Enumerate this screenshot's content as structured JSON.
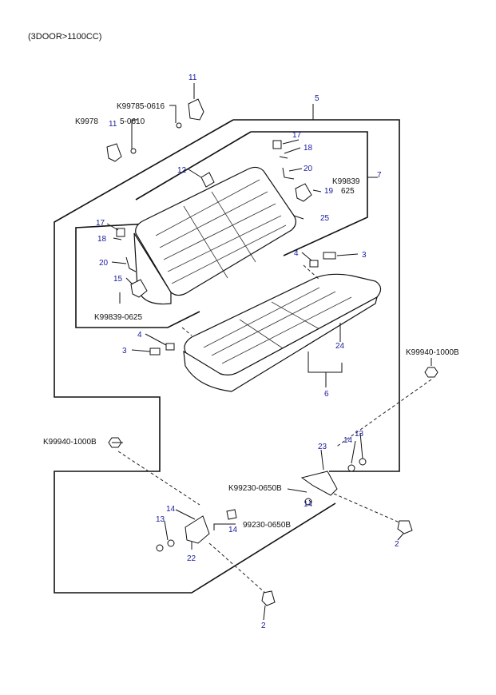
{
  "header": {
    "text": "(3DOOR>1100CC)"
  },
  "callouts": [
    {
      "id": "c11a",
      "text": "11"
    },
    {
      "id": "c5",
      "text": "5"
    },
    {
      "id": "c11b",
      "text": "11"
    },
    {
      "id": "c17a",
      "text": "17"
    },
    {
      "id": "c18a",
      "text": "18"
    },
    {
      "id": "c20a",
      "text": "20"
    },
    {
      "id": "c19",
      "text": "19"
    },
    {
      "id": "c7",
      "text": "7"
    },
    {
      "id": "c12",
      "text": "12"
    },
    {
      "id": "c25",
      "text": "25"
    },
    {
      "id": "c17b",
      "text": "17"
    },
    {
      "id": "c18b",
      "text": "18"
    },
    {
      "id": "c20b",
      "text": "20"
    },
    {
      "id": "c15",
      "text": "15"
    },
    {
      "id": "c4a",
      "text": "4"
    },
    {
      "id": "c3a",
      "text": "3"
    },
    {
      "id": "c4b",
      "text": "4"
    },
    {
      "id": "c3b",
      "text": "3"
    },
    {
      "id": "c24",
      "text": "24"
    },
    {
      "id": "c6",
      "text": "6"
    },
    {
      "id": "c13a",
      "text": "13"
    },
    {
      "id": "c14a",
      "text": "14"
    },
    {
      "id": "c23",
      "text": "23"
    },
    {
      "id": "c14b",
      "text": "14"
    },
    {
      "id": "c14c",
      "text": "14"
    },
    {
      "id": "c13b",
      "text": "13"
    },
    {
      "id": "c14d",
      "text": "14"
    },
    {
      "id": "c22",
      "text": "22"
    },
    {
      "id": "c2a",
      "text": "2"
    },
    {
      "id": "c2b",
      "text": "2"
    }
  ],
  "part_numbers": [
    {
      "id": "p1",
      "text": "K99785-0616"
    },
    {
      "id": "p2",
      "text": "K9978"
    },
    {
      "id": "p2b",
      "text": "5-0610"
    },
    {
      "id": "p3",
      "text": "K99839"
    },
    {
      "id": "p3b",
      "text": "625"
    },
    {
      "id": "p4",
      "text": "K99839-0625"
    },
    {
      "id": "p5",
      "text": "K99940-1000B"
    },
    {
      "id": "p6",
      "text": "K99940-1000B"
    },
    {
      "id": "p7",
      "text": "K99230-0650B"
    },
    {
      "id": "p8",
      "text": "99230-0650B"
    }
  ]
}
